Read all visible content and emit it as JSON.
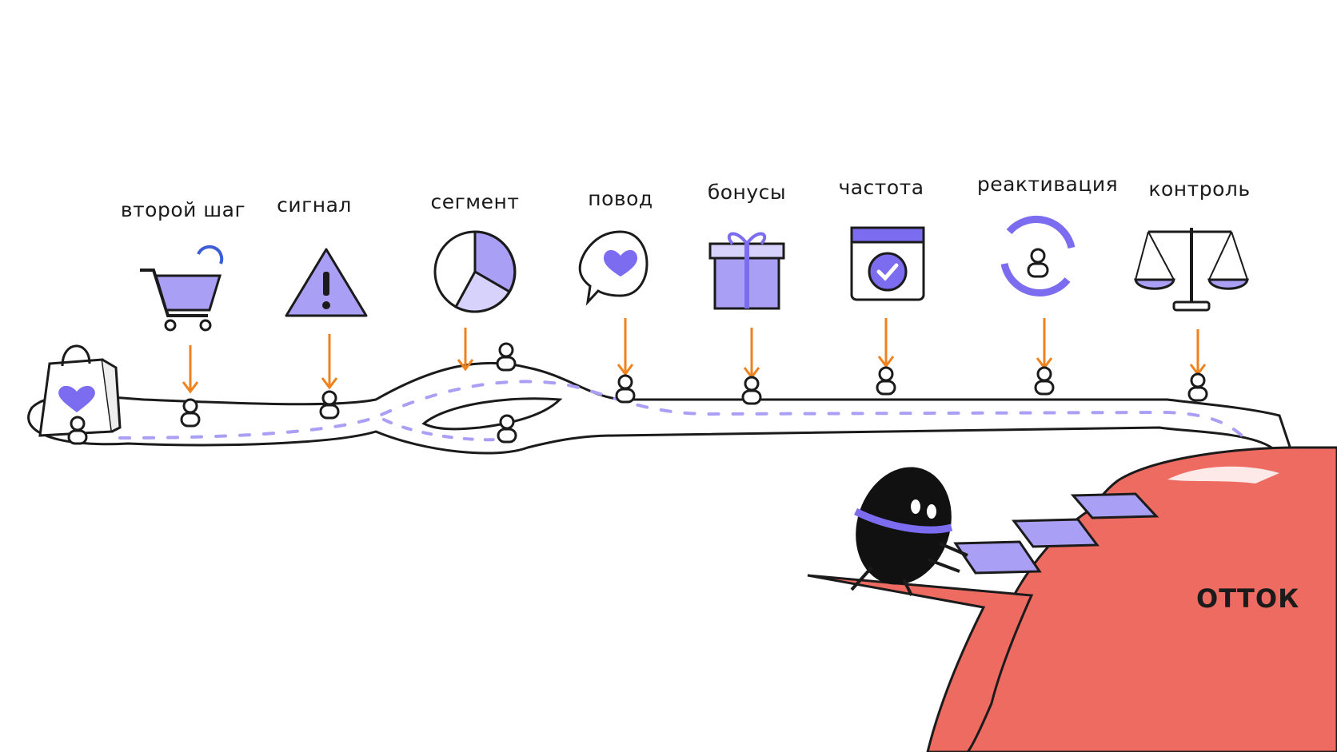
{
  "steps": [
    {
      "label": "второй шаг",
      "icon": "shopping-cart-icon"
    },
    {
      "label": "сигнал",
      "icon": "warning-icon"
    },
    {
      "label": "сегмент",
      "icon": "pie-chart-icon"
    },
    {
      "label": "повод",
      "icon": "heart-chat-icon"
    },
    {
      "label": "бонусы",
      "icon": "gift-icon"
    },
    {
      "label": "частота",
      "icon": "calendar-check-icon"
    },
    {
      "label": "реактивация",
      "icon": "refresh-user-icon"
    },
    {
      "label": "контроль",
      "icon": "balance-scale-icon"
    }
  ],
  "churn": {
    "label": "ОТТОК"
  },
  "colors": {
    "accent": "#7b6cf0",
    "accent_light": "#a99ff5",
    "arrow": "#f0821e",
    "cliff": "#ee6b62",
    "ink": "#1b1b1b"
  }
}
